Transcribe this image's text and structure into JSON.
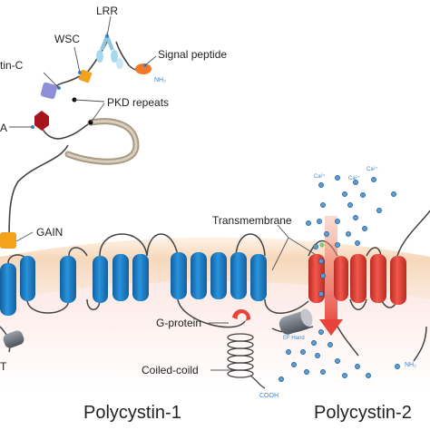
{
  "labels": {
    "lrr": "LRR",
    "wsc": "WSC",
    "signal_peptide": "Signal peptide",
    "c_type_lectin": "tin-C",
    "pkd_repeats": "PKD repeats",
    "rej": "A",
    "gain": "GAIN",
    "transmembrane": "Transmembrane",
    "g_protein": "G-protein",
    "coiled_coil": "Coiled-coild",
    "ef_hand": "EF Hand",
    "cooh": "COOH",
    "nh2_left": "NH₂",
    "nh2_right": "NH₂",
    "ca_1": "Ca²⁺",
    "ca_2": "Ca²⁺",
    "ca_3": "Ca²⁺",
    "plat": "T",
    "polycystin_1": "Polycystin-1",
    "polycystin_2": "Polycystin-2"
  },
  "colors": {
    "pc1_helix": "#1b7fc9",
    "pc2_helix": "#e8433b",
    "membrane": "#f7dcc2",
    "ion": "#3a86c8",
    "gain": "#f4a21c",
    "rej": "#a8141c",
    "lectin": "#8d8fd8",
    "wsc": "#f4a21c",
    "signal_peptide": "#f07a2a",
    "g_protein": "#e8433b",
    "ef_hand": "#7a7f87"
  }
}
